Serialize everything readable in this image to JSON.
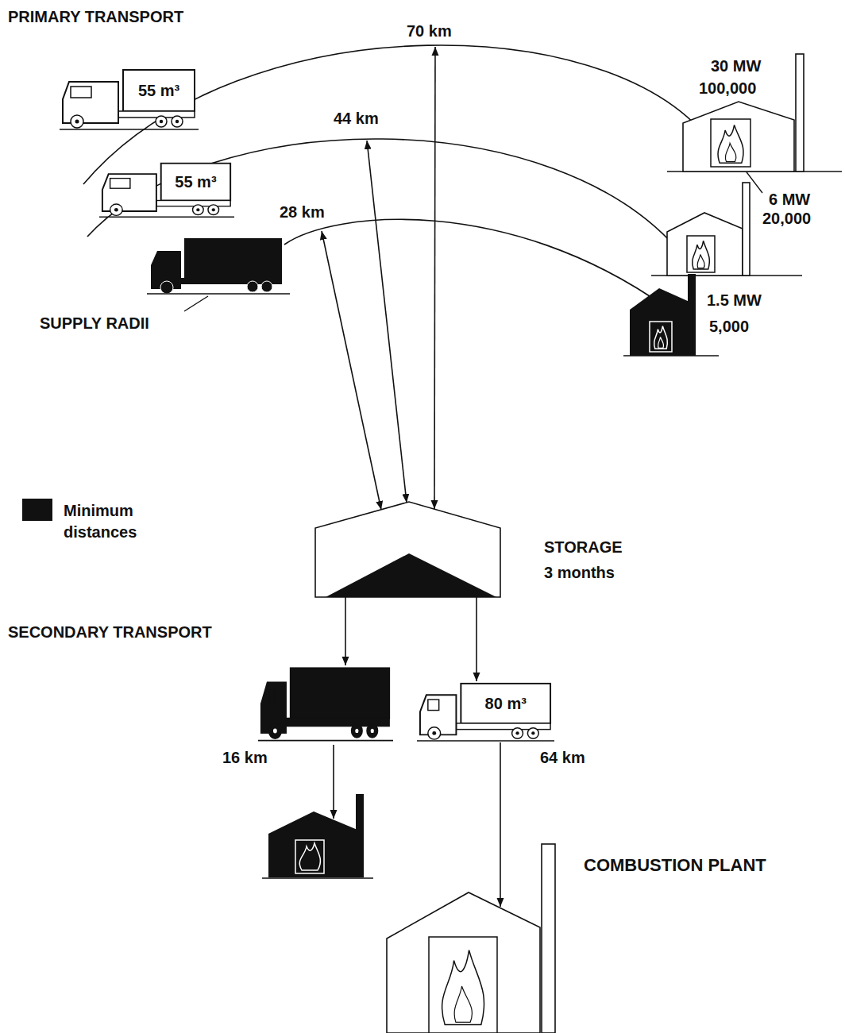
{
  "diagram": {
    "nodes": [
      {
        "text": [
          "55 m³"
        ]
      },
      {
        "text": [
          "55 m³"
        ]
      },
      {
        "text": [
          "30 MW",
          "100,000"
        ]
      },
      {
        "text": [
          "6 MW",
          "20,000"
        ]
      },
      {
        "text": [
          "1.5 MW",
          "5,000"
        ]
      },
      {
        "text": [
          "STORAGE",
          "3 months"
        ]
      },
      {
        "text": [
          "16 km"
        ]
      },
      {
        "text": [
          "80 m³",
          "64 km"
        ]
      },
      {
        "text": [
          "COMBUSTION PLANT"
        ]
      }
    ],
    "edges": [
      {
        "from": 5,
        "to": 6,
        "arrow": "to"
      },
      {
        "from": 5,
        "to": 7,
        "arrow": "to"
      },
      {
        "from": 7,
        "to": 8,
        "arrow": "to"
      }
    ],
    "labels": [
      "PRIMARY TRANSPORT",
      "70 km",
      "44 km",
      "28 km",
      "SUPPLY RADII",
      "SECONDARY TRANSPORT"
    ],
    "legend": [
      {
        "text": "Minimum distances",
        "color": "#111111"
      }
    ]
  }
}
